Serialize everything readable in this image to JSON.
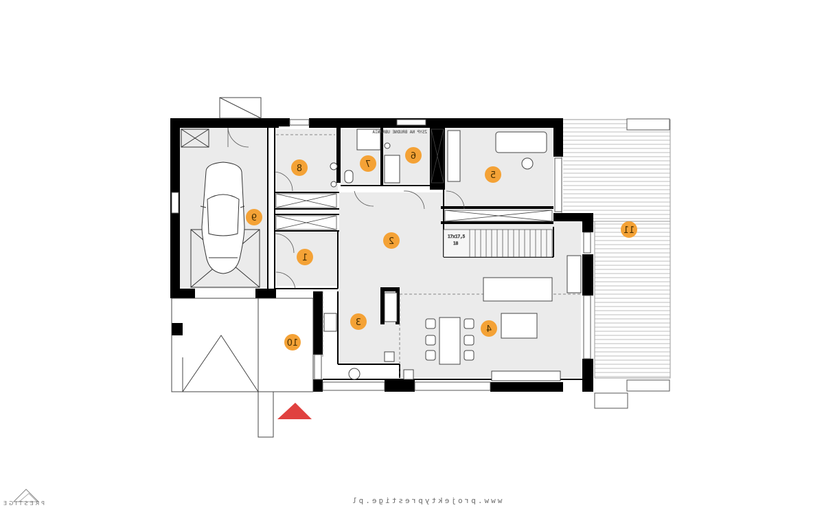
{
  "rooms": [
    {
      "id": "1",
      "label": "1"
    },
    {
      "id": "2",
      "label": "2"
    },
    {
      "id": "3",
      "label": "3"
    },
    {
      "id": "4",
      "label": "4"
    },
    {
      "id": "5",
      "label": "5"
    },
    {
      "id": "6",
      "label": "6"
    },
    {
      "id": "7",
      "label": "7"
    },
    {
      "id": "8",
      "label": "8"
    },
    {
      "id": "9",
      "label": "9"
    },
    {
      "id": "10",
      "label": "10"
    },
    {
      "id": "11",
      "label": "11"
    }
  ],
  "annotations": {
    "laundry_chute": "ZSYP NA BRUDNE UBRANIA",
    "stairs": "17x17,5",
    "stairs_num": "18"
  },
  "footer": {
    "url": "www.projektyprestige.pl",
    "brand": "PRESTIGE"
  },
  "colors": {
    "wall": "#000000",
    "floor": "#ebebeb",
    "badge": "#f4a236",
    "entrance_arrow": "#e0413f",
    "deck_lines": "#9a9a9a"
  }
}
